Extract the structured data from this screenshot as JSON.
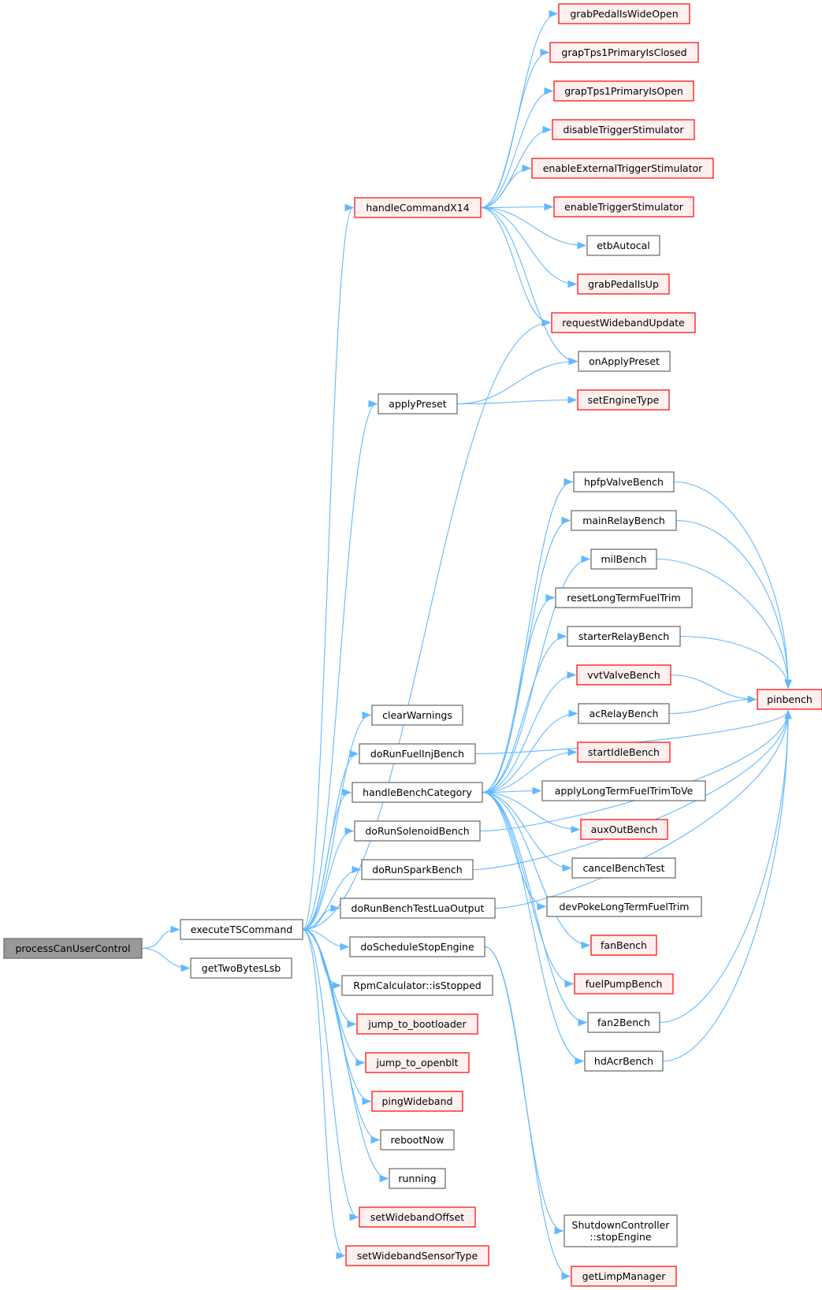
{
  "diagram": {
    "type": "call-graph",
    "edge_color": "#63b8ff",
    "styles": {
      "root": {
        "fill": "#999999",
        "stroke": "#666666"
      },
      "normal": {
        "fill": "#ffffff",
        "stroke": "#666666"
      },
      "red": {
        "fill": "#fff0f0",
        "stroke": "#ff0000"
      }
    },
    "nodes": [
      {
        "id": "processCanUserControl",
        "label": [
          "processCanUserControl"
        ],
        "style": "root"
      },
      {
        "id": "executeTSCommand",
        "label": [
          "executeTSCommand"
        ],
        "style": "normal"
      },
      {
        "id": "getTwoBytesLsb",
        "label": [
          "getTwoBytesLsb"
        ],
        "style": "normal"
      },
      {
        "id": "handleCommandX14",
        "label": [
          "handleCommandX14"
        ],
        "style": "red"
      },
      {
        "id": "applyPreset",
        "label": [
          "applyPreset"
        ],
        "style": "normal"
      },
      {
        "id": "clearWarnings",
        "label": [
          "clearWarnings"
        ],
        "style": "normal"
      },
      {
        "id": "doRunFuelInjBench",
        "label": [
          "doRunFuelInjBench"
        ],
        "style": "normal"
      },
      {
        "id": "handleBenchCategory",
        "label": [
          "handleBenchCategory"
        ],
        "style": "normal"
      },
      {
        "id": "doRunSolenoidBench",
        "label": [
          "doRunSolenoidBench"
        ],
        "style": "normal"
      },
      {
        "id": "doRunSparkBench",
        "label": [
          "doRunSparkBench"
        ],
        "style": "normal"
      },
      {
        "id": "doRunBenchTestLuaOutput",
        "label": [
          "doRunBenchTestLuaOutput"
        ],
        "style": "normal"
      },
      {
        "id": "doScheduleStopEngine",
        "label": [
          "doScheduleStopEngine"
        ],
        "style": "normal"
      },
      {
        "id": "RpmCalculator_isStopped",
        "label": [
          "RpmCalculator::isStopped"
        ],
        "style": "normal"
      },
      {
        "id": "jump_to_bootloader",
        "label": [
          "jump_to_bootloader"
        ],
        "style": "red"
      },
      {
        "id": "jump_to_openblt",
        "label": [
          "jump_to_openblt"
        ],
        "style": "red"
      },
      {
        "id": "pingWideband",
        "label": [
          "pingWideband"
        ],
        "style": "red"
      },
      {
        "id": "rebootNow",
        "label": [
          "rebootNow"
        ],
        "style": "normal"
      },
      {
        "id": "running",
        "label": [
          "running"
        ],
        "style": "normal"
      },
      {
        "id": "setWidebandOffset",
        "label": [
          "setWidebandOffset"
        ],
        "style": "red"
      },
      {
        "id": "setWidebandSensorType",
        "label": [
          "setWidebandSensorType"
        ],
        "style": "red"
      },
      {
        "id": "grabPedalIsWideOpen",
        "label": [
          "grabPedalIsWideOpen"
        ],
        "style": "red"
      },
      {
        "id": "grapTps1PrimaryIsClosed",
        "label": [
          "grapTps1PrimaryIsClosed"
        ],
        "style": "red"
      },
      {
        "id": "grapTps1PrimaryIsOpen",
        "label": [
          "grapTps1PrimaryIsOpen"
        ],
        "style": "red"
      },
      {
        "id": "disableTriggerStimulator",
        "label": [
          "disableTriggerStimulator"
        ],
        "style": "red"
      },
      {
        "id": "enableExternalTriggerStimulator",
        "label": [
          "enableExternalTriggerStimulator"
        ],
        "style": "red"
      },
      {
        "id": "enableTriggerStimulator",
        "label": [
          "enableTriggerStimulator"
        ],
        "style": "red"
      },
      {
        "id": "etbAutocal",
        "label": [
          "etbAutocal"
        ],
        "style": "normal"
      },
      {
        "id": "grabPedalIsUp",
        "label": [
          "grabPedalIsUp"
        ],
        "style": "red"
      },
      {
        "id": "requestWidebandUpdate",
        "label": [
          "requestWidebandUpdate"
        ],
        "style": "red"
      },
      {
        "id": "onApplyPreset",
        "label": [
          "onApplyPreset"
        ],
        "style": "normal"
      },
      {
        "id": "setEngineType",
        "label": [
          "setEngineType"
        ],
        "style": "red"
      },
      {
        "id": "hpfpValveBench",
        "label": [
          "hpfpValveBench"
        ],
        "style": "normal"
      },
      {
        "id": "mainRelayBench",
        "label": [
          "mainRelayBench"
        ],
        "style": "normal"
      },
      {
        "id": "milBench",
        "label": [
          "milBench"
        ],
        "style": "normal"
      },
      {
        "id": "resetLongTermFuelTrim",
        "label": [
          "resetLongTermFuelTrim"
        ],
        "style": "normal"
      },
      {
        "id": "starterRelayBench",
        "label": [
          "starterRelayBench"
        ],
        "style": "normal"
      },
      {
        "id": "vvtValveBench",
        "label": [
          "vvtValveBench"
        ],
        "style": "red"
      },
      {
        "id": "acRelayBench",
        "label": [
          "acRelayBench"
        ],
        "style": "normal"
      },
      {
        "id": "startIdleBench",
        "label": [
          "startIdleBench"
        ],
        "style": "red"
      },
      {
        "id": "applyLongTermFuelTrimToVe",
        "label": [
          "applyLongTermFuelTrimToVe"
        ],
        "style": "normal"
      },
      {
        "id": "auxOutBench",
        "label": [
          "auxOutBench"
        ],
        "style": "red"
      },
      {
        "id": "cancelBenchTest",
        "label": [
          "cancelBenchTest"
        ],
        "style": "normal"
      },
      {
        "id": "devPokeLongTermFuelTrim",
        "label": [
          "devPokeLongTermFuelTrim"
        ],
        "style": "normal"
      },
      {
        "id": "fanBench",
        "label": [
          "fanBench"
        ],
        "style": "red"
      },
      {
        "id": "fuelPumpBench",
        "label": [
          "fuelPumpBench"
        ],
        "style": "red"
      },
      {
        "id": "fan2Bench",
        "label": [
          "fan2Bench"
        ],
        "style": "normal"
      },
      {
        "id": "hdAcrBench",
        "label": [
          "hdAcrBench"
        ],
        "style": "normal"
      },
      {
        "id": "ShutdownController_stopEngine",
        "label": [
          "ShutdownController",
          "::stopEngine"
        ],
        "style": "normal"
      },
      {
        "id": "getLimpManager",
        "label": [
          "getLimpManager"
        ],
        "style": "red"
      },
      {
        "id": "pinbench",
        "label": [
          "pinbench"
        ],
        "style": "red"
      }
    ],
    "edges": [
      [
        "processCanUserControl",
        "executeTSCommand"
      ],
      [
        "processCanUserControl",
        "getTwoBytesLsb"
      ],
      [
        "executeTSCommand",
        "handleCommandX14"
      ],
      [
        "executeTSCommand",
        "requestWidebandUpdate"
      ],
      [
        "executeTSCommand",
        "applyPreset"
      ],
      [
        "executeTSCommand",
        "clearWarnings"
      ],
      [
        "executeTSCommand",
        "doRunFuelInjBench"
      ],
      [
        "executeTSCommand",
        "handleBenchCategory"
      ],
      [
        "executeTSCommand",
        "doRunSolenoidBench"
      ],
      [
        "executeTSCommand",
        "doRunSparkBench"
      ],
      [
        "executeTSCommand",
        "doRunBenchTestLuaOutput"
      ],
      [
        "executeTSCommand",
        "doScheduleStopEngine"
      ],
      [
        "executeTSCommand",
        "RpmCalculator_isStopped"
      ],
      [
        "executeTSCommand",
        "jump_to_bootloader"
      ],
      [
        "executeTSCommand",
        "jump_to_openblt"
      ],
      [
        "executeTSCommand",
        "pingWideband"
      ],
      [
        "executeTSCommand",
        "rebootNow"
      ],
      [
        "executeTSCommand",
        "running"
      ],
      [
        "executeTSCommand",
        "setWidebandOffset"
      ],
      [
        "executeTSCommand",
        "setWidebandSensorType"
      ],
      [
        "handleCommandX14",
        "grabPedalIsWideOpen"
      ],
      [
        "handleCommandX14",
        "grapTps1PrimaryIsClosed"
      ],
      [
        "handleCommandX14",
        "grapTps1PrimaryIsOpen"
      ],
      [
        "handleCommandX14",
        "disableTriggerStimulator"
      ],
      [
        "handleCommandX14",
        "enableExternalTriggerStimulator"
      ],
      [
        "handleCommandX14",
        "enableTriggerStimulator"
      ],
      [
        "handleCommandX14",
        "etbAutocal"
      ],
      [
        "handleCommandX14",
        "grabPedalIsUp"
      ],
      [
        "handleCommandX14",
        "requestWidebandUpdate"
      ],
      [
        "handleCommandX14",
        "onApplyPreset"
      ],
      [
        "applyPreset",
        "onApplyPreset"
      ],
      [
        "applyPreset",
        "setEngineType"
      ],
      [
        "doRunFuelInjBench",
        "pinbench"
      ],
      [
        "handleBenchCategory",
        "hpfpValveBench"
      ],
      [
        "handleBenchCategory",
        "mainRelayBench"
      ],
      [
        "handleBenchCategory",
        "milBench"
      ],
      [
        "handleBenchCategory",
        "resetLongTermFuelTrim"
      ],
      [
        "handleBenchCategory",
        "starterRelayBench"
      ],
      [
        "handleBenchCategory",
        "vvtValveBench"
      ],
      [
        "handleBenchCategory",
        "acRelayBench"
      ],
      [
        "handleBenchCategory",
        "startIdleBench"
      ],
      [
        "handleBenchCategory",
        "applyLongTermFuelTrimToVe"
      ],
      [
        "handleBenchCategory",
        "auxOutBench"
      ],
      [
        "handleBenchCategory",
        "cancelBenchTest"
      ],
      [
        "handleBenchCategory",
        "devPokeLongTermFuelTrim"
      ],
      [
        "handleBenchCategory",
        "fanBench"
      ],
      [
        "handleBenchCategory",
        "fuelPumpBench"
      ],
      [
        "handleBenchCategory",
        "fan2Bench"
      ],
      [
        "handleBenchCategory",
        "hdAcrBench"
      ],
      [
        "doRunSolenoidBench",
        "pinbench"
      ],
      [
        "doRunSparkBench",
        "pinbench"
      ],
      [
        "doRunBenchTestLuaOutput",
        "pinbench"
      ],
      [
        "doScheduleStopEngine",
        "ShutdownController_stopEngine"
      ],
      [
        "doScheduleStopEngine",
        "getLimpManager"
      ],
      [
        "hpfpValveBench",
        "pinbench"
      ],
      [
        "mainRelayBench",
        "pinbench"
      ],
      [
        "milBench",
        "pinbench"
      ],
      [
        "starterRelayBench",
        "pinbench"
      ],
      [
        "vvtValveBench",
        "pinbench"
      ],
      [
        "acRelayBench",
        "pinbench"
      ],
      [
        "fan2Bench",
        "pinbench"
      ],
      [
        "hdAcrBench",
        "pinbench"
      ]
    ]
  }
}
